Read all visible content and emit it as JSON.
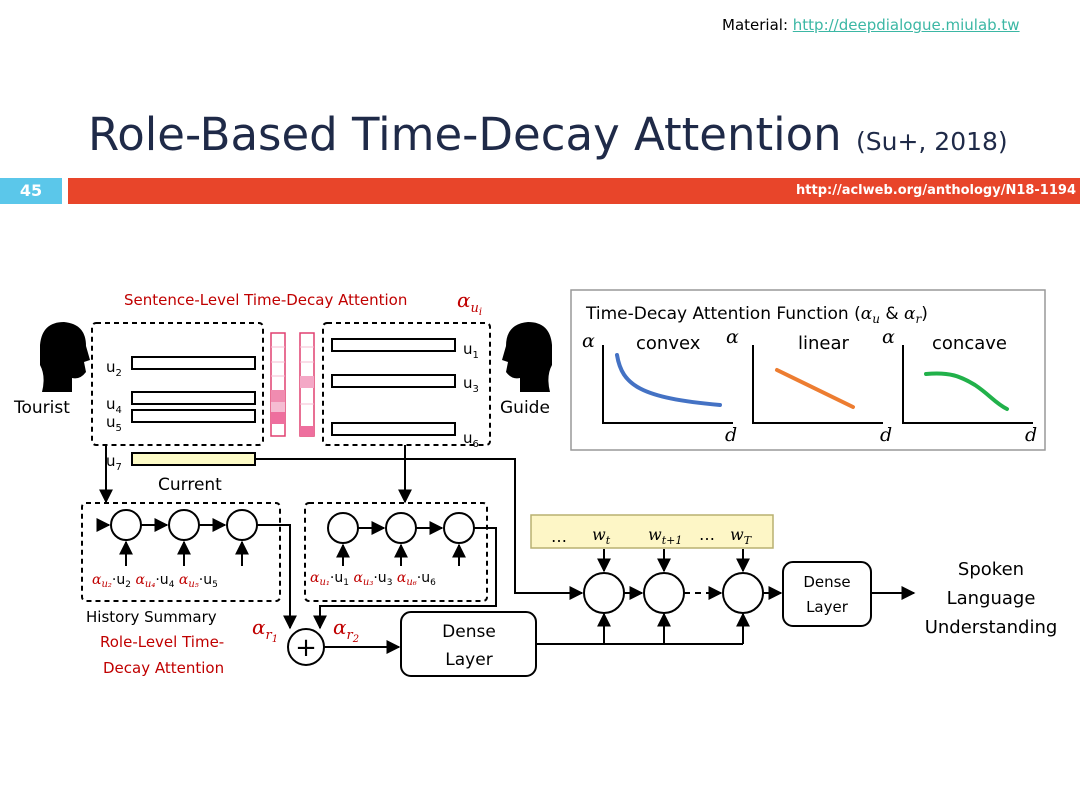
{
  "header": {
    "material_label": "Material:",
    "material_link": "http://deepdialogue.miulab.tw",
    "title": "Role-Based Time-Decay Attention",
    "citation": "(Su+, 2018)",
    "slide_number": "45",
    "reference_url": "http://aclweb.org/anthology/N18-1194"
  },
  "diagram": {
    "sentence_attention_label": "Sentence-Level Time-Decay Attention",
    "tourist_label": "Tourist",
    "guide_label": "Guide",
    "current_label": "Current",
    "history_summary_label": "History Summary",
    "role_attention_line1": "Role-Level Time-",
    "role_attention_line2": "Decay Attention",
    "dense_layer_line1": "Dense",
    "dense_layer_line2": "Layer",
    "dense_layer2_line1": "Dense",
    "dense_layer2_line2": "Layer",
    "slu_line1": "Spoken",
    "slu_line2": "Language",
    "slu_line3": "Understanding",
    "plus_symbol": "+",
    "ellipsis": "…"
  },
  "function_panel": {
    "title": "Time-Decay Attention Function",
    "curves": [
      {
        "name": "convex",
        "color": "#4472c4"
      },
      {
        "name": "linear",
        "color": "#ed7d31"
      },
      {
        "name": "concave",
        "color": "#21b14a"
      }
    ],
    "y_axis_symbol": "α",
    "x_axis_symbol": "d"
  },
  "colors": {
    "accent_red": "#e8452a",
    "slide_number_blue": "#5bc7ea",
    "attention_red": "#c00000",
    "current_fill": "#fdfbc6",
    "word_box_fill": "#fdf6c6"
  }
}
